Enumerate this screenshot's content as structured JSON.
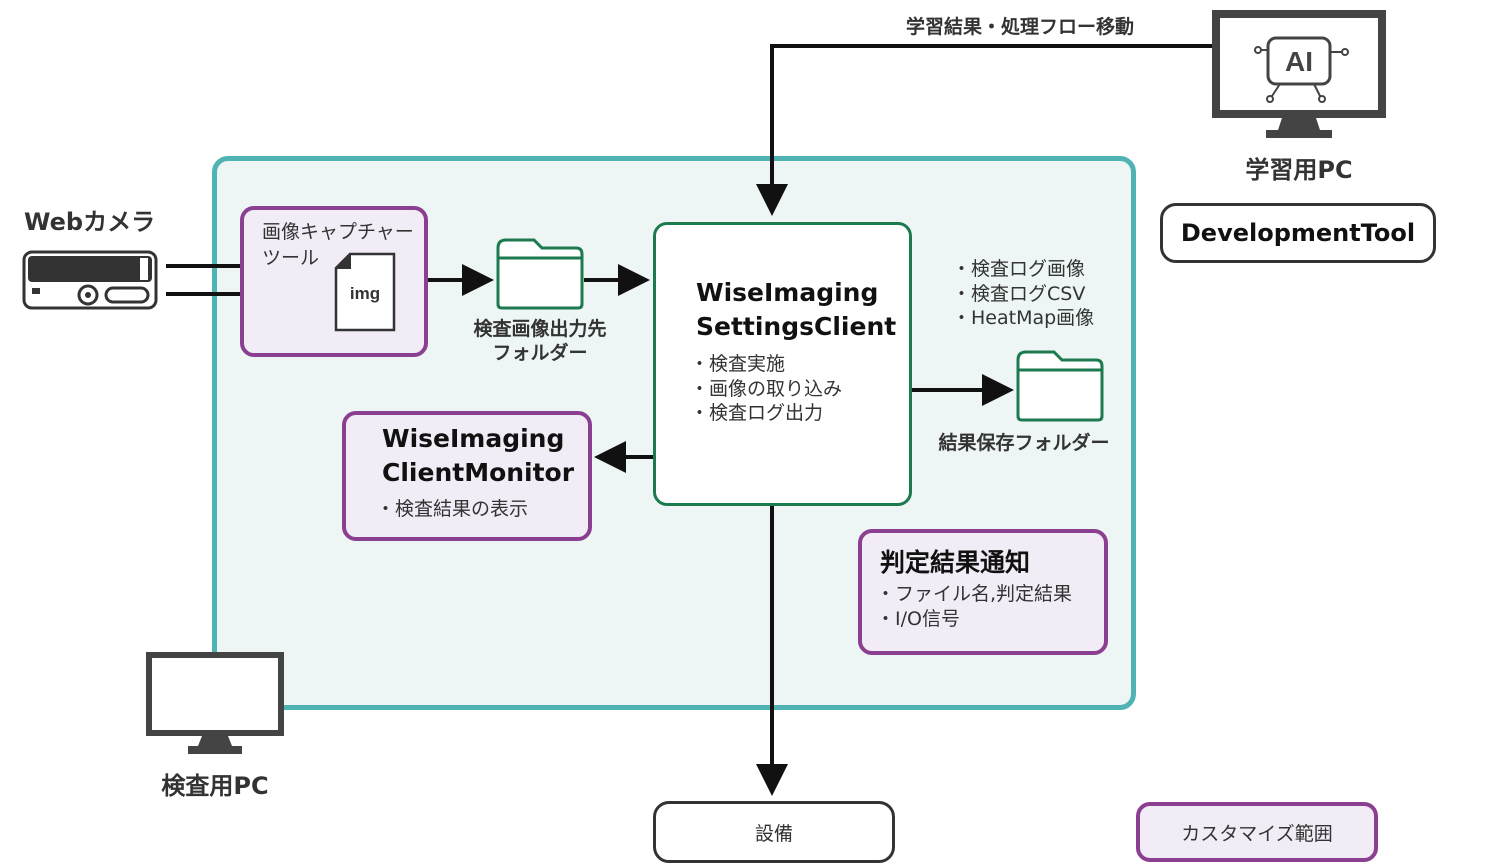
{
  "top_flow_label": "学習結果・処理フロー移動",
  "learning_pc": {
    "label": "学習用PC",
    "screen_text": "AI"
  },
  "dev_tool": "DevelopmentTool",
  "webcam": {
    "label": "Webカメラ"
  },
  "capture_tool": {
    "line1": "画像キャプチャー",
    "line2": "ツール",
    "file_label": "img"
  },
  "input_folder": {
    "line1": "検査画像出力先",
    "line2": "フォルダー"
  },
  "settings_client": {
    "line1": "WiseImaging",
    "line2": "SettingsClient",
    "items": [
      "検査実施",
      "画像の取り込み",
      "検査ログ出力"
    ]
  },
  "client_monitor": {
    "line1": "WiseImaging",
    "line2": "ClientMonitor",
    "items": [
      "検査結果の表示"
    ]
  },
  "results": {
    "items": [
      "検査ログ画像",
      "検査ログCSV",
      "HeatMap画像"
    ],
    "folder_label": "結果保存フォルダー"
  },
  "notification": {
    "title": "判定結果通知",
    "items": [
      "ファイル名,判定結果",
      "I/O信号"
    ]
  },
  "inspection_pc": "検査用PC",
  "equipment": "設備",
  "legend": "カスタマイズ範囲",
  "colors": {
    "region_border": "#4fb3b3",
    "custom_border": "#8b3f91",
    "component_border": "#1d7a4e"
  }
}
